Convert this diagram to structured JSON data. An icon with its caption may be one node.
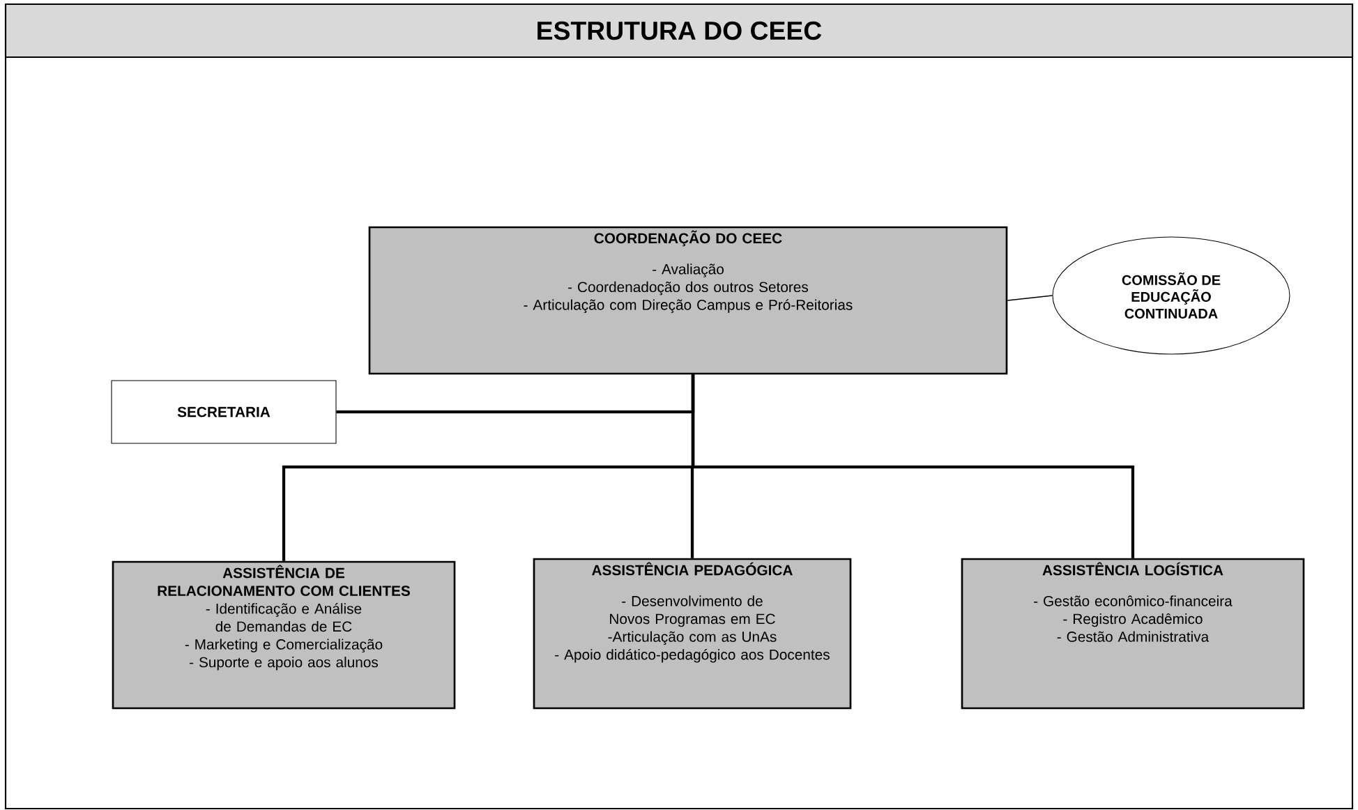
{
  "diagram": {
    "title": "ESTRUTURA DO CEEC",
    "nodes": [
      {
        "text": [
          "COORDENAÇÃO DO CEEC",
          "- Avaliação",
          "- Coordenadoção dos outros Setores",
          "- Articulação com Direção Campus e Pró-Reitorias"
        ]
      },
      {
        "text": [
          "COMISSÃO DE EDUCAÇÃO CONTINUADA"
        ]
      },
      {
        "text": [
          "SECRETARIA"
        ]
      },
      {
        "text": [
          "ASSISTÊNCIA DE RELACIONAMENTO COM CLIENTES",
          "- Identificação e Análise de Demandas de EC",
          "- Marketing e Comercialização",
          "- Suporte e apoio aos alunos"
        ]
      },
      {
        "text": [
          "ASSISTÊNCIA PEDAGÓGICA",
          "- Desenvolvimento de Novos Programas em EC",
          "-Articulação com as UnAs",
          "- Apoio didático-pedagógico aos Docentes"
        ]
      },
      {
        "text": [
          "ASSISTÊNCIA LOGÍSTICA",
          "- Gestão econômico-financeira",
          "- Registro Acadêmico",
          "- Gestão  Administrativa"
        ]
      }
    ],
    "edges": [
      {
        "from": 0,
        "to": 1,
        "arrow": "none"
      },
      {
        "from": 0,
        "to": 2,
        "arrow": "none"
      },
      {
        "from": 0,
        "to": 3,
        "arrow": "none"
      },
      {
        "from": 0,
        "to": 4,
        "arrow": "none"
      },
      {
        "from": 0,
        "to": 5,
        "arrow": "none"
      }
    ]
  }
}
